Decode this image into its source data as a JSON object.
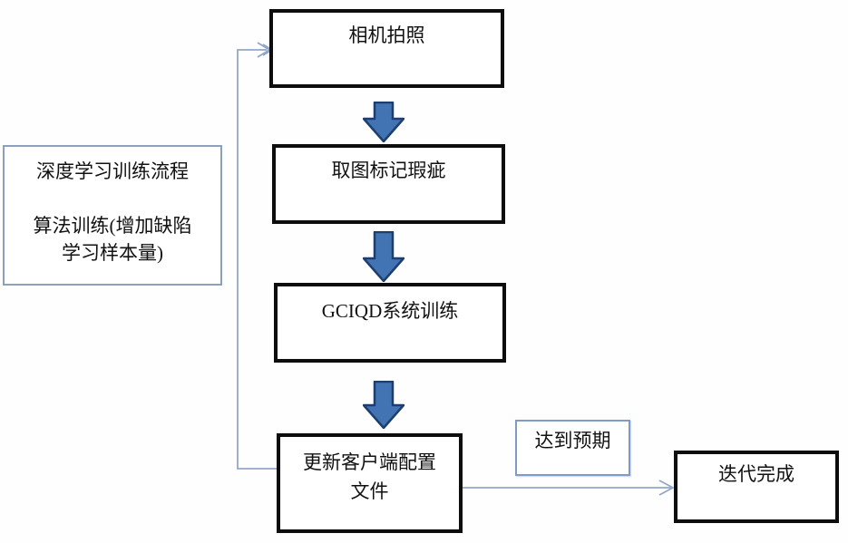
{
  "flow": {
    "steps": [
      {
        "id": "camera",
        "label": "相机拍照"
      },
      {
        "id": "mark-defects",
        "label": "取图标记瑕疵"
      },
      {
        "id": "system-training",
        "label": "GCIQD系统训练"
      },
      {
        "id": "update-config",
        "lines": [
          "更新客户端配置",
          "文件"
        ]
      },
      {
        "id": "iteration-done",
        "label": "迭代完成"
      }
    ],
    "condition_label": "达到预期"
  },
  "side_note": {
    "lines": [
      "深度学习训练流程",
      "",
      "算法训练(增加缺陷",
      "学习样本量)"
    ]
  },
  "colors": {
    "box_border": "#0d0d0d",
    "block_arrow_fill": "#4274b4",
    "block_arrow_outline": "#1d3f6e",
    "connector_line": "#92a7cb",
    "note_border": "#8ba0bf",
    "condition_border": "#7f9cc6"
  }
}
